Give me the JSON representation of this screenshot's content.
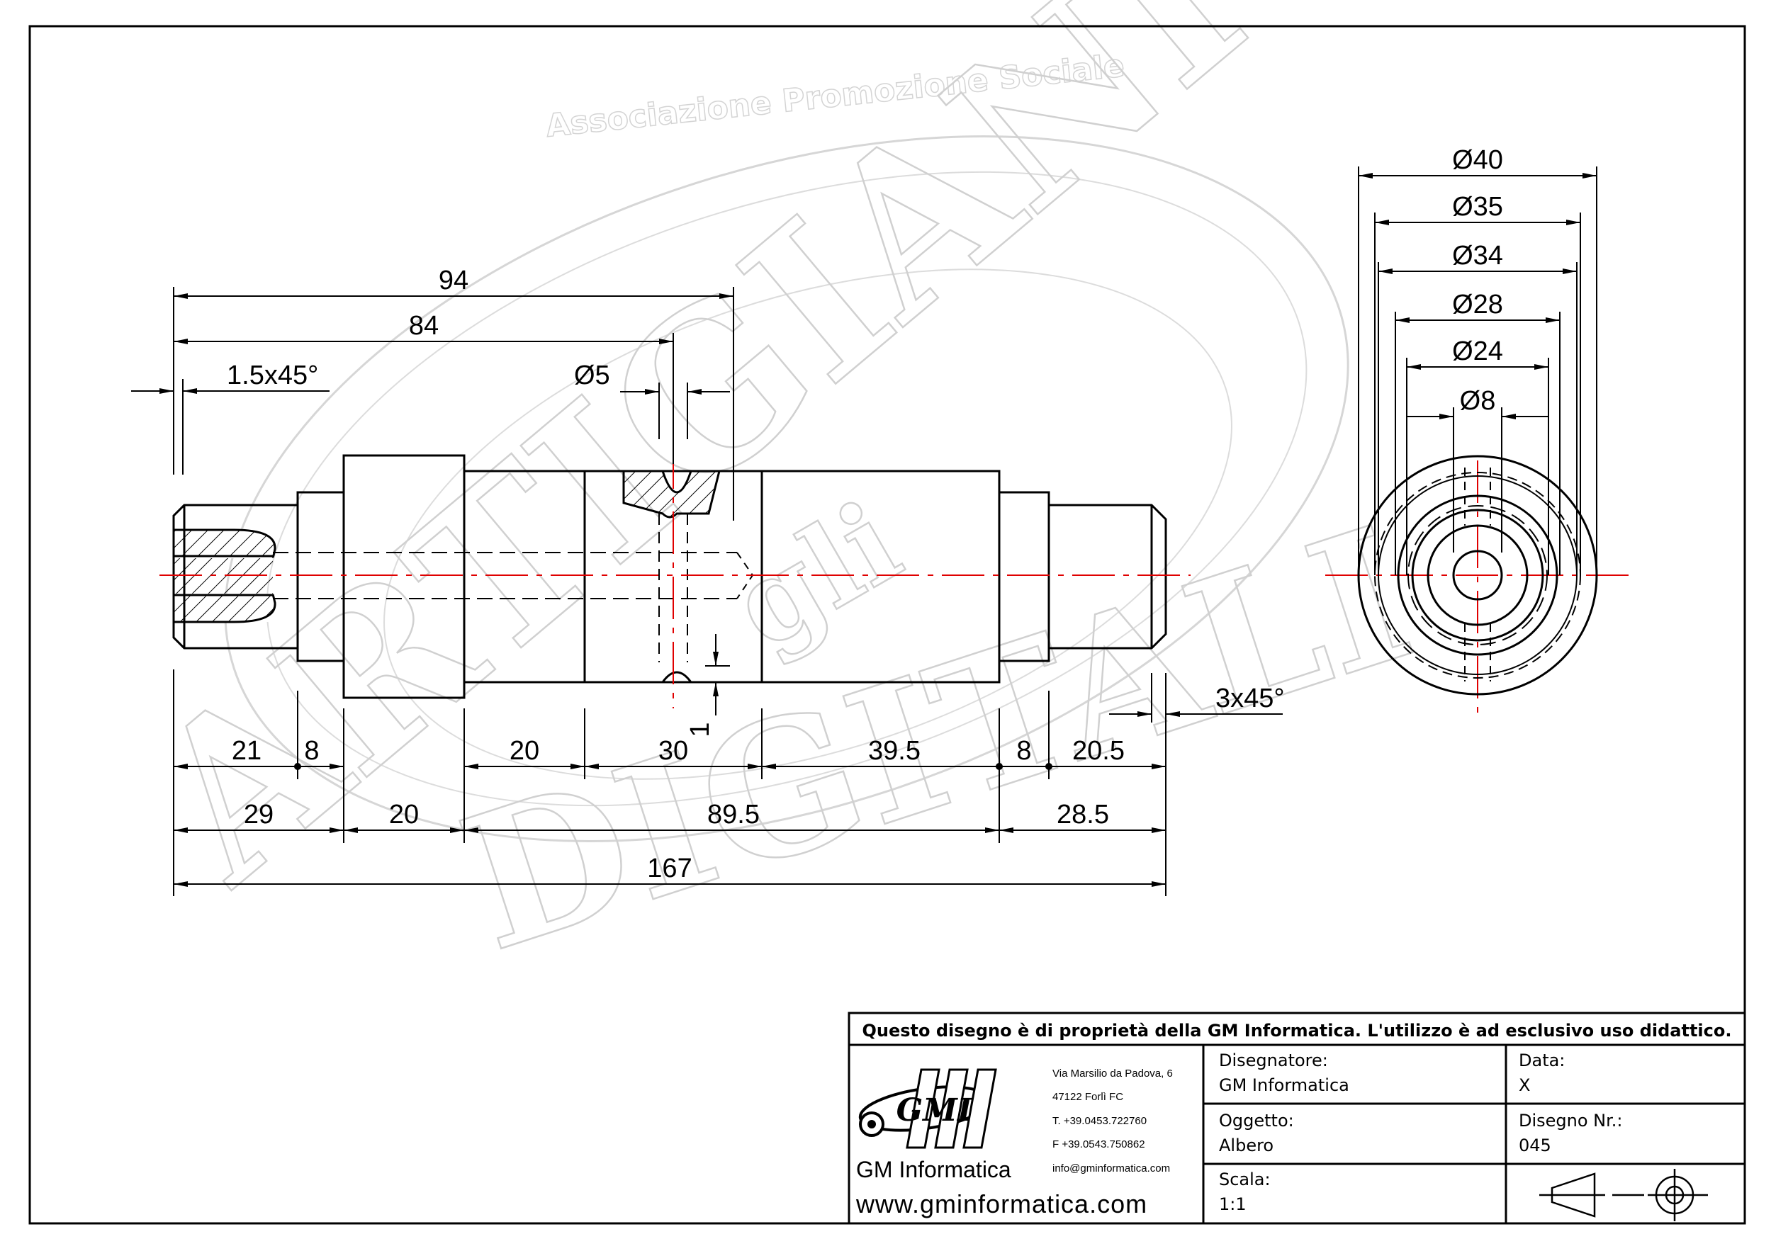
{
  "watermark": {
    "top_text": "Associazione Promozione Sociale",
    "word1": "ARTIGIANI",
    "word2": "gli",
    "word3": "DIGITALI"
  },
  "dimensions": {
    "d94": "94",
    "d84": "84",
    "chamfer_left": "1.5x45°",
    "hole": "Ø5",
    "d21": "21",
    "d8a": "8",
    "d20a": "20",
    "d30": "30",
    "d1": "1",
    "d39_5": "39.5",
    "d8b": "8",
    "d20_5": "20.5",
    "d29": "29",
    "d20b": "20",
    "d89_5": "89.5",
    "d28_5": "28.5",
    "d167": "167",
    "chamfer_right": "3x45°",
    "dia40": "Ø40",
    "dia35": "Ø35",
    "dia34": "Ø34",
    "dia28": "Ø28",
    "dia24": "Ø24",
    "dia8": "Ø8"
  },
  "title_block": {
    "notice": "Questo disegno è di proprietà della GM Informatica. L'utilizzo è ad esclusivo uso didattico.",
    "logo_text": "GMI",
    "address1": "Via Marsilio da Padova, 6",
    "address2": "47122  Forlì  FC",
    "phone": "T. +39.0453.722760",
    "fax": "F +39.0543.750862",
    "email": "info@gminformatica.com",
    "company": "GM Informatica",
    "website": "www.gminformatica.com",
    "designer_label": "Disegnatore:",
    "designer_value": "GM  Informatica",
    "date_label": "Data:",
    "date_value": "X",
    "object_label": "Oggetto:",
    "object_value": "Albero",
    "drawing_no_label": "Disegno  Nr.:",
    "drawing_no_value": "045",
    "scale_label": "Scala:",
    "scale_value": "1:1",
    "projection_symbol": "first-angle-projection-icon"
  },
  "colors": {
    "line": "#000000",
    "centerline": "#e00000",
    "watermark": "#d0d0d0"
  }
}
